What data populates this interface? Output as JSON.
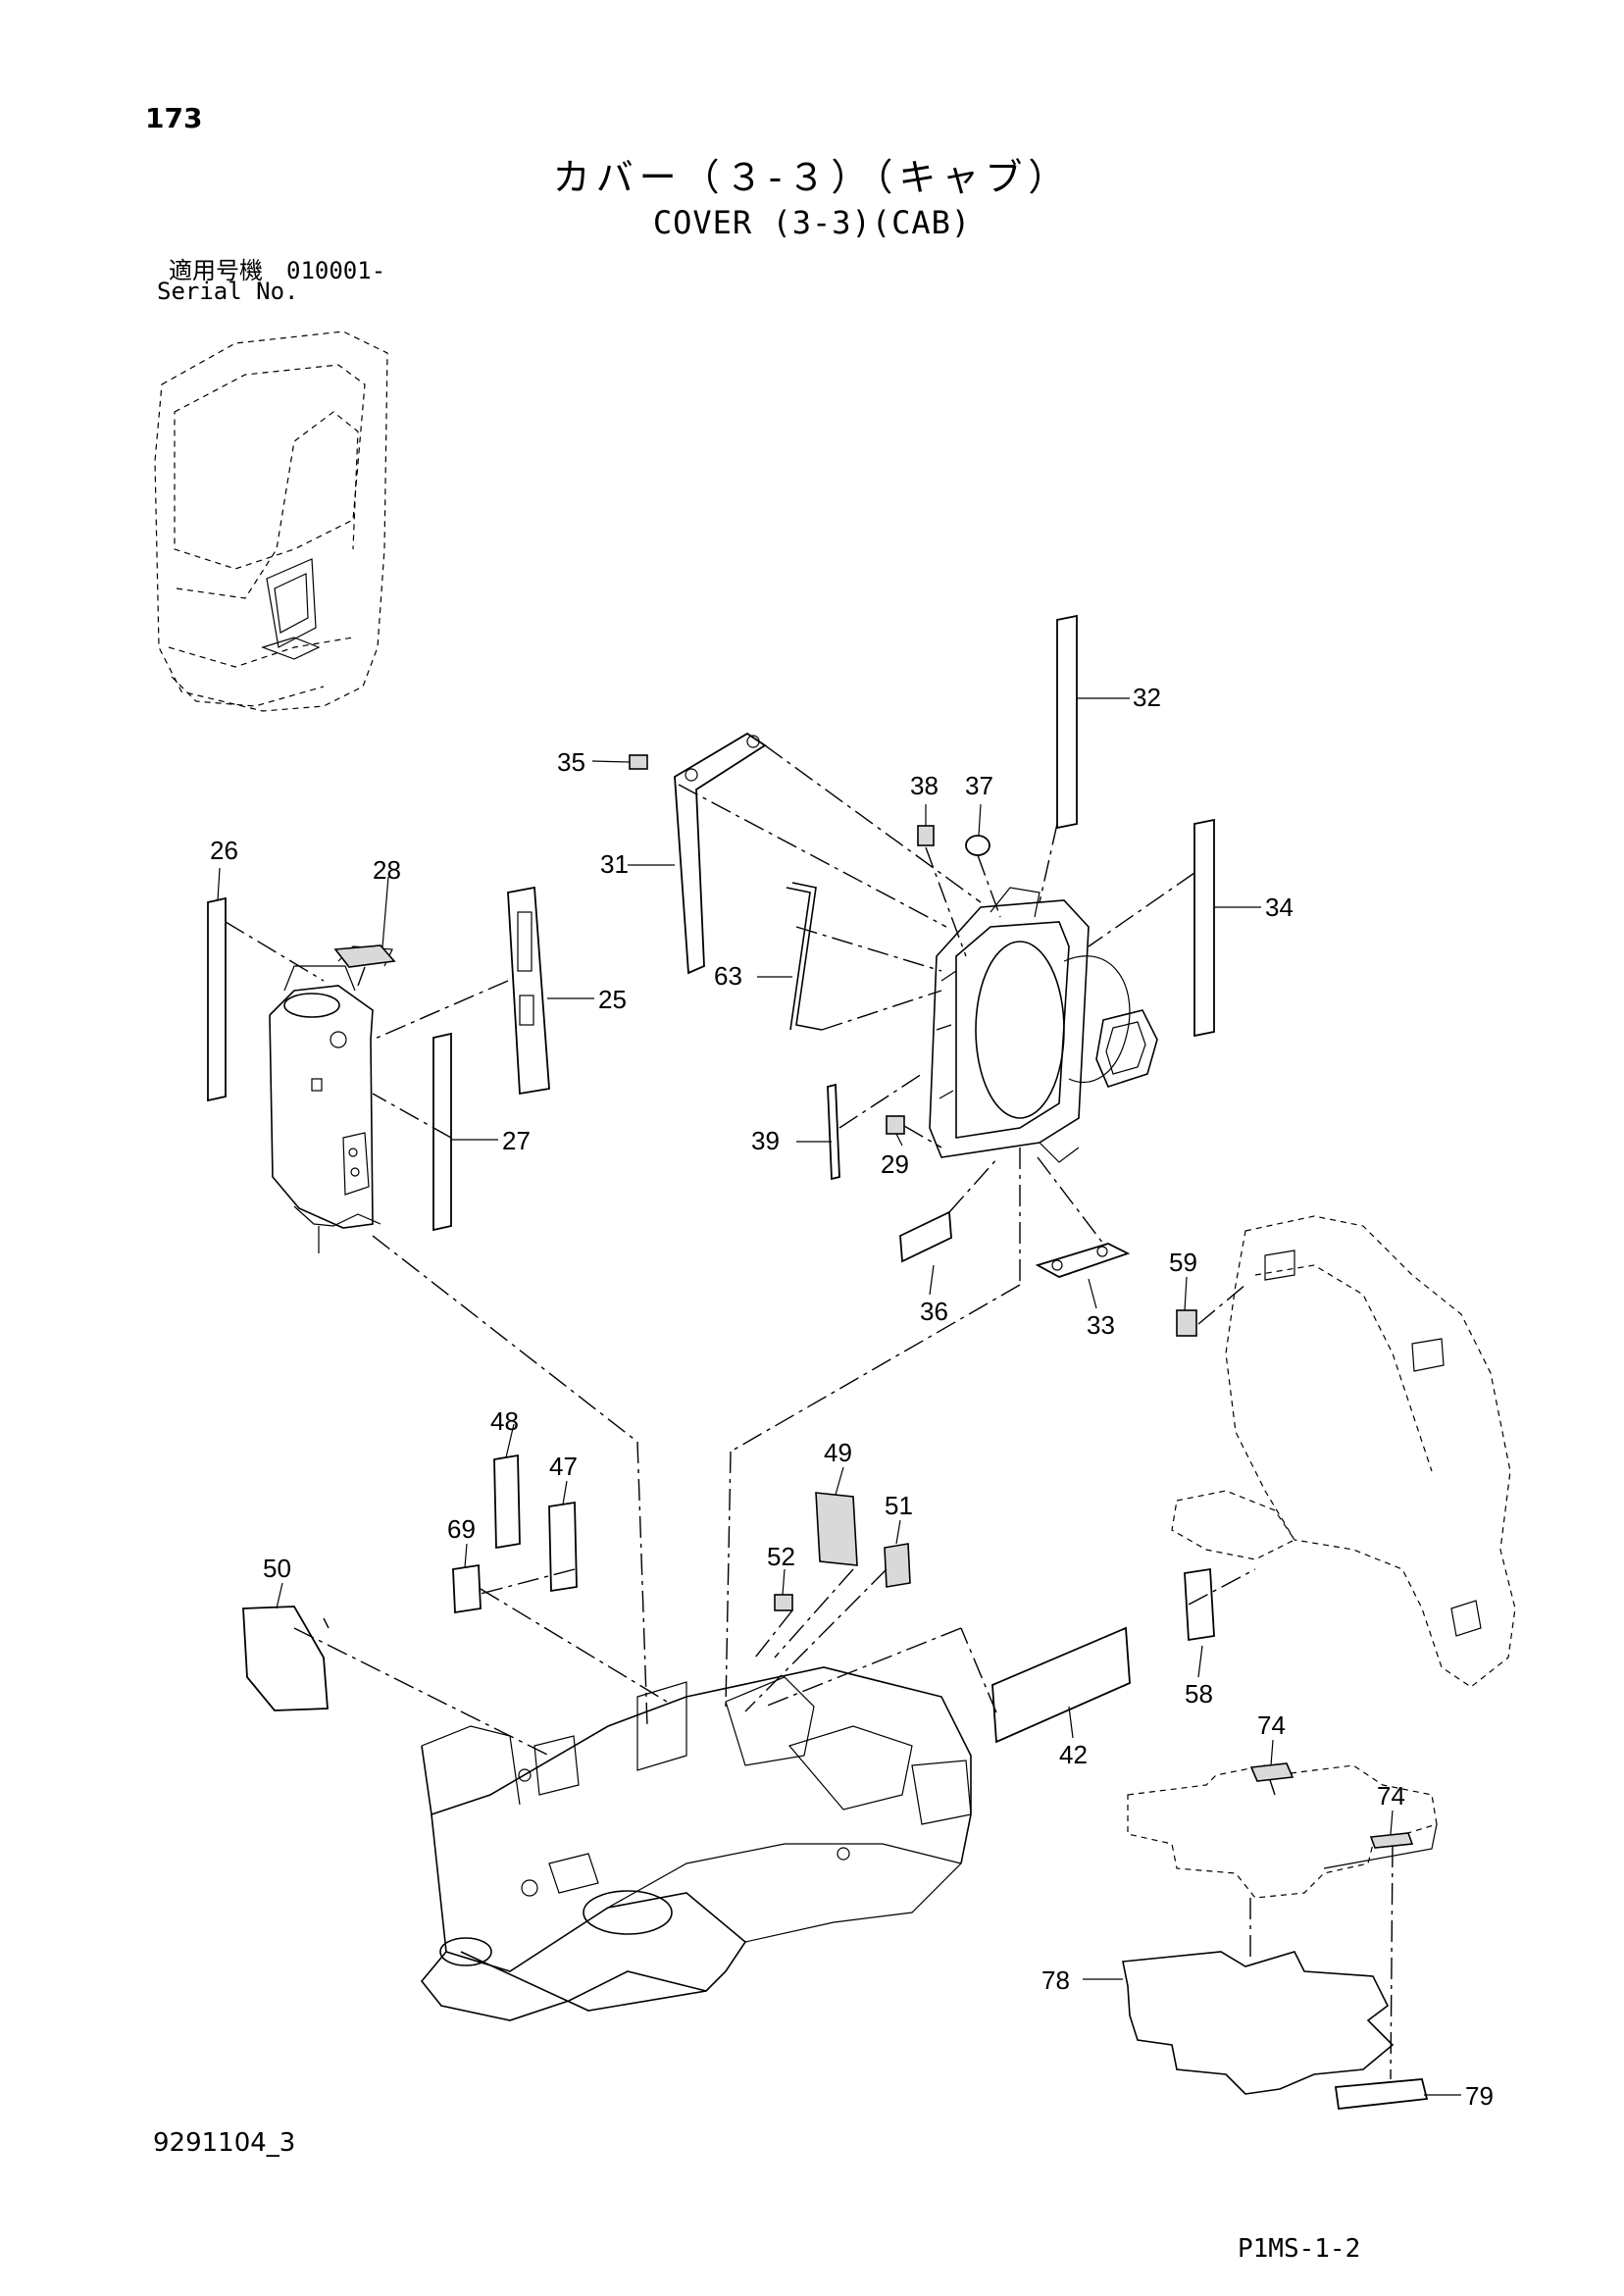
{
  "header": {
    "page_number": "173",
    "title_jp": "カバー（３-３）（キャブ）",
    "title_en": "COVER (3-3)(CAB)",
    "serial_label_jp": "適用号機　010001-",
    "serial_label_en": "Serial No."
  },
  "footer": {
    "document_code": "9291104_3",
    "page_code": "P1MS-1-2"
  },
  "callouts": {
    "p25": "25",
    "p26": "26",
    "p27": "27",
    "p28": "28",
    "p29": "29",
    "p31": "31",
    "p32": "32",
    "p33": "33",
    "p34": "34",
    "p35": "35",
    "p36": "36",
    "p37": "37",
    "p38": "38",
    "p39": "39",
    "p42": "42",
    "p47": "47",
    "p48": "48",
    "p49": "49",
    "p50": "50",
    "p51": "51",
    "p52": "52",
    "p58": "58",
    "p59": "59",
    "p63": "63",
    "p69": "69",
    "p74a": "74",
    "p74b": "74",
    "p78": "78",
    "p79": "79"
  }
}
